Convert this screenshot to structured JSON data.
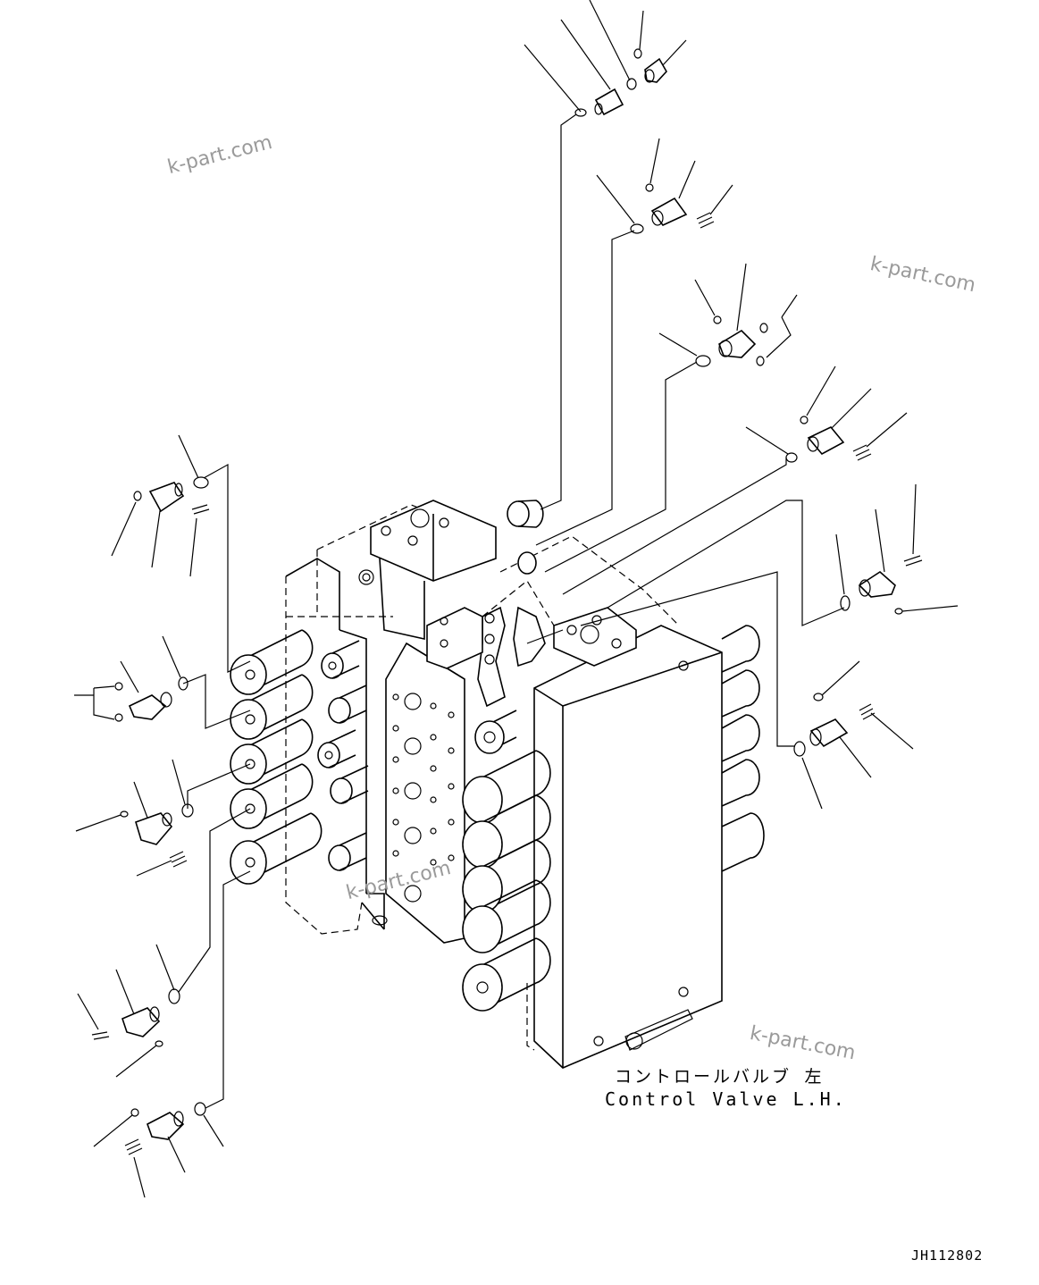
{
  "watermarks": [
    "k-part.com",
    "k-part.com",
    "k-part.com",
    "k-part.com"
  ],
  "caption": {
    "title_ja": "コントロールバルブ  左",
    "title_en": "Control Valve L.H."
  },
  "drawing_id": "JH112802"
}
